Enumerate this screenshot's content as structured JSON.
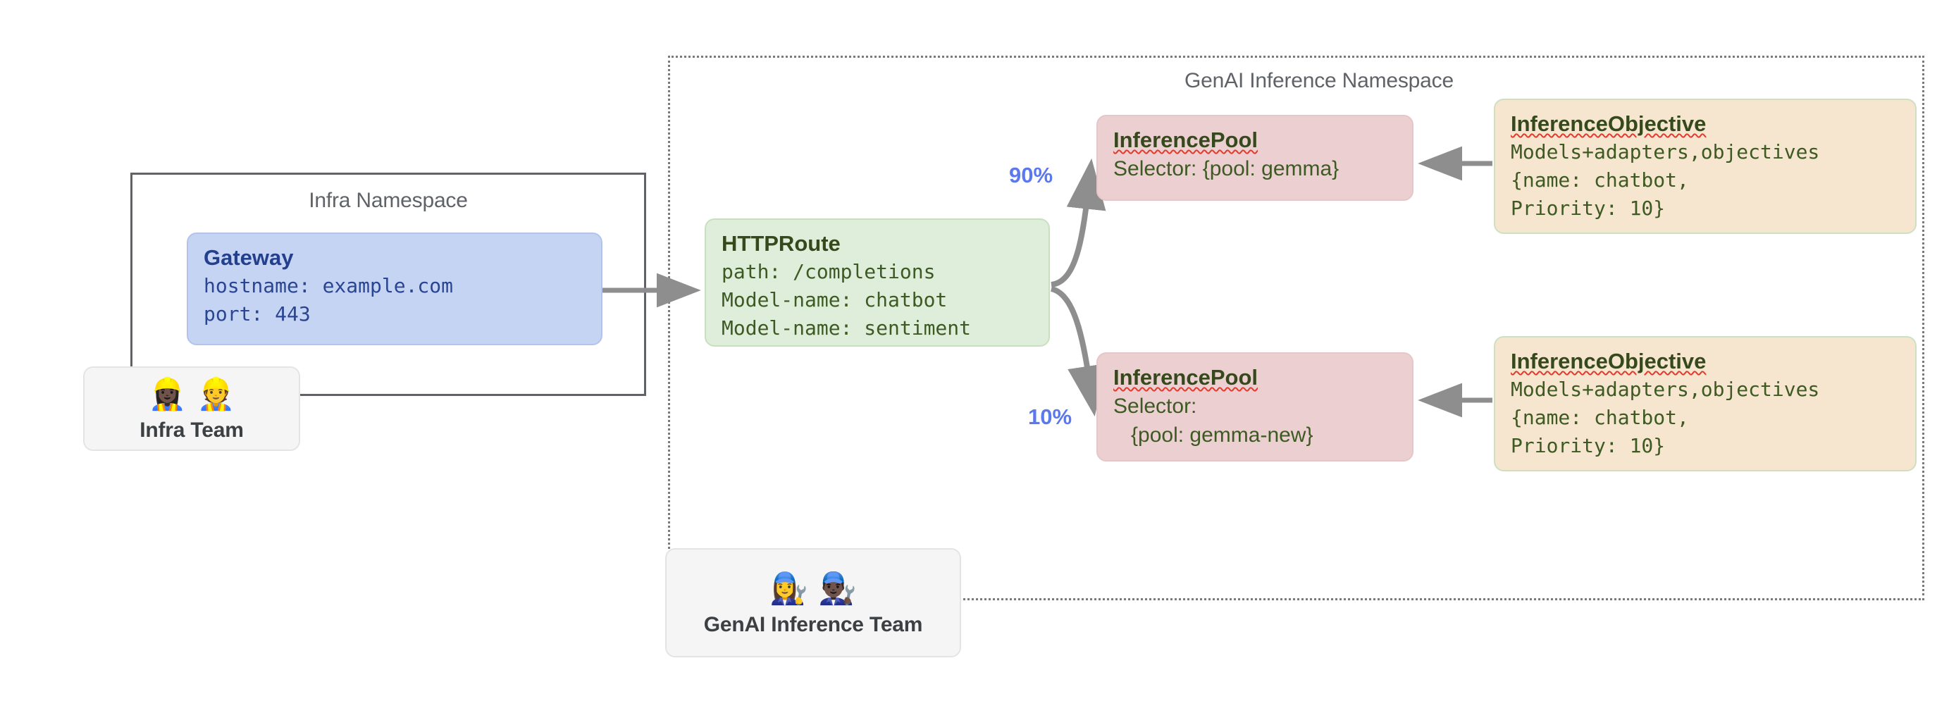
{
  "diagram": {
    "namespaces": {
      "infra": {
        "label": "Infra Namespace"
      },
      "genai": {
        "label": "GenAI Inference Namespace"
      }
    },
    "gateway": {
      "title": "Gateway",
      "lines": [
        "hostname: example.com",
        "port: 443"
      ]
    },
    "httproute": {
      "title": "HTTPRoute",
      "lines": [
        "path: /completions",
        "Model-name: chatbot",
        "Model-name: sentiment"
      ]
    },
    "pools": [
      {
        "title": "InferencePool",
        "lines": [
          "Selector: {pool: gemma}"
        ],
        "weight": "90%"
      },
      {
        "title": "InferencePool",
        "lines": [
          "Selector:",
          "   {pool: gemma-new}"
        ],
        "weight": "10%"
      }
    ],
    "objectives": [
      {
        "title": "InferenceObjective",
        "lines": [
          "Models+adapters,objectives",
          "{name: chatbot,",
          "Priority: 10}"
        ]
      },
      {
        "title": "InferenceObjective",
        "lines": [
          "Models+adapters,objectives",
          "{name: chatbot,",
          "Priority: 10}"
        ]
      }
    ],
    "teams": [
      {
        "label": "Infra Team",
        "emojis": "👷🏿‍♀️👷"
      },
      {
        "label": "GenAI Inference Team",
        "emojis": "👩‍🔧👨🏿‍🔧"
      }
    ],
    "colors": {
      "gateway_fill": "#c6d4f4",
      "httproute_fill": "#dfeeda",
      "pool_fill": "#ecd0d1",
      "objective_fill": "#f6e6cf",
      "team_fill": "#f5f5f5",
      "weight_text": "#5b78ec",
      "arrow": "#8e8e8e",
      "namespace_border": "#7a7a7a"
    }
  }
}
